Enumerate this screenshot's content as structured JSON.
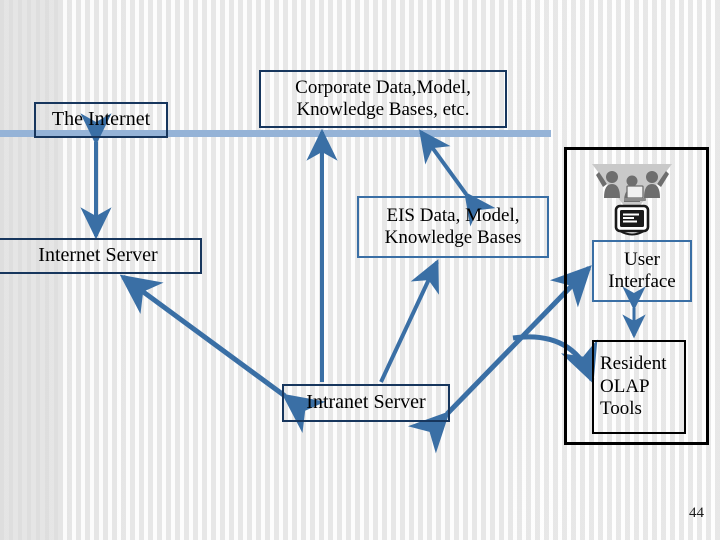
{
  "slide": {
    "page_number": "44",
    "colors": {
      "arrow": "#3a6fa5",
      "navy_border": "#17365d",
      "blue_border": "#3a6fa5",
      "black_border": "#000000",
      "divider_line": "#95b3d7",
      "background": "#f1f1f1"
    }
  },
  "nodes": {
    "internet": {
      "label": "The Internet"
    },
    "corporate": {
      "line1": "Corporate Data,Model,",
      "line2": "Knowledge Bases, etc."
    },
    "internet_server": {
      "label": "Internet Server"
    },
    "eis": {
      "line1": "EIS Data, Model,",
      "line2": "Knowledge Bases"
    },
    "intranet_server": {
      "label": "Intranet Server"
    },
    "user_interface": {
      "line1": "User",
      "line2": "Interface"
    },
    "olap": {
      "line1": "Resident",
      "line2": "OLAP",
      "line3": "Tools"
    }
  },
  "graphics": {
    "clipart": "people-at-computer-clipart",
    "divider": "horizontal-blue-divider"
  },
  "connectors": [
    {
      "name": "internet-to-internet-server",
      "from": "internet",
      "to": "internet_server",
      "style": "double-headed-vertical"
    },
    {
      "name": "intranet-server-to-corporate",
      "from": "intranet_server",
      "to": "corporate",
      "style": "single-headed-vertical-up"
    },
    {
      "name": "corporate-to-eis",
      "from": "corporate",
      "to": "eis",
      "style": "double-headed-diagonal"
    },
    {
      "name": "intranet-server-to-eis",
      "from": "intranet_server",
      "to": "eis",
      "style": "single-headed-diagonal-up"
    },
    {
      "name": "internet-server-to-intranet-server",
      "from": "internet_server",
      "to": "intranet_server",
      "style": "double-headed-diagonal"
    },
    {
      "name": "intranet-server-to-user-interface",
      "from": "intranet_server",
      "to": "user_interface",
      "style": "double-headed-diagonal"
    },
    {
      "name": "intranet-server-to-olap",
      "from": "intranet_server",
      "to": "olap",
      "style": "curved-single-headed"
    },
    {
      "name": "user-interface-to-olap",
      "from": "user_interface",
      "to": "olap",
      "style": "double-headed-vertical"
    }
  ]
}
